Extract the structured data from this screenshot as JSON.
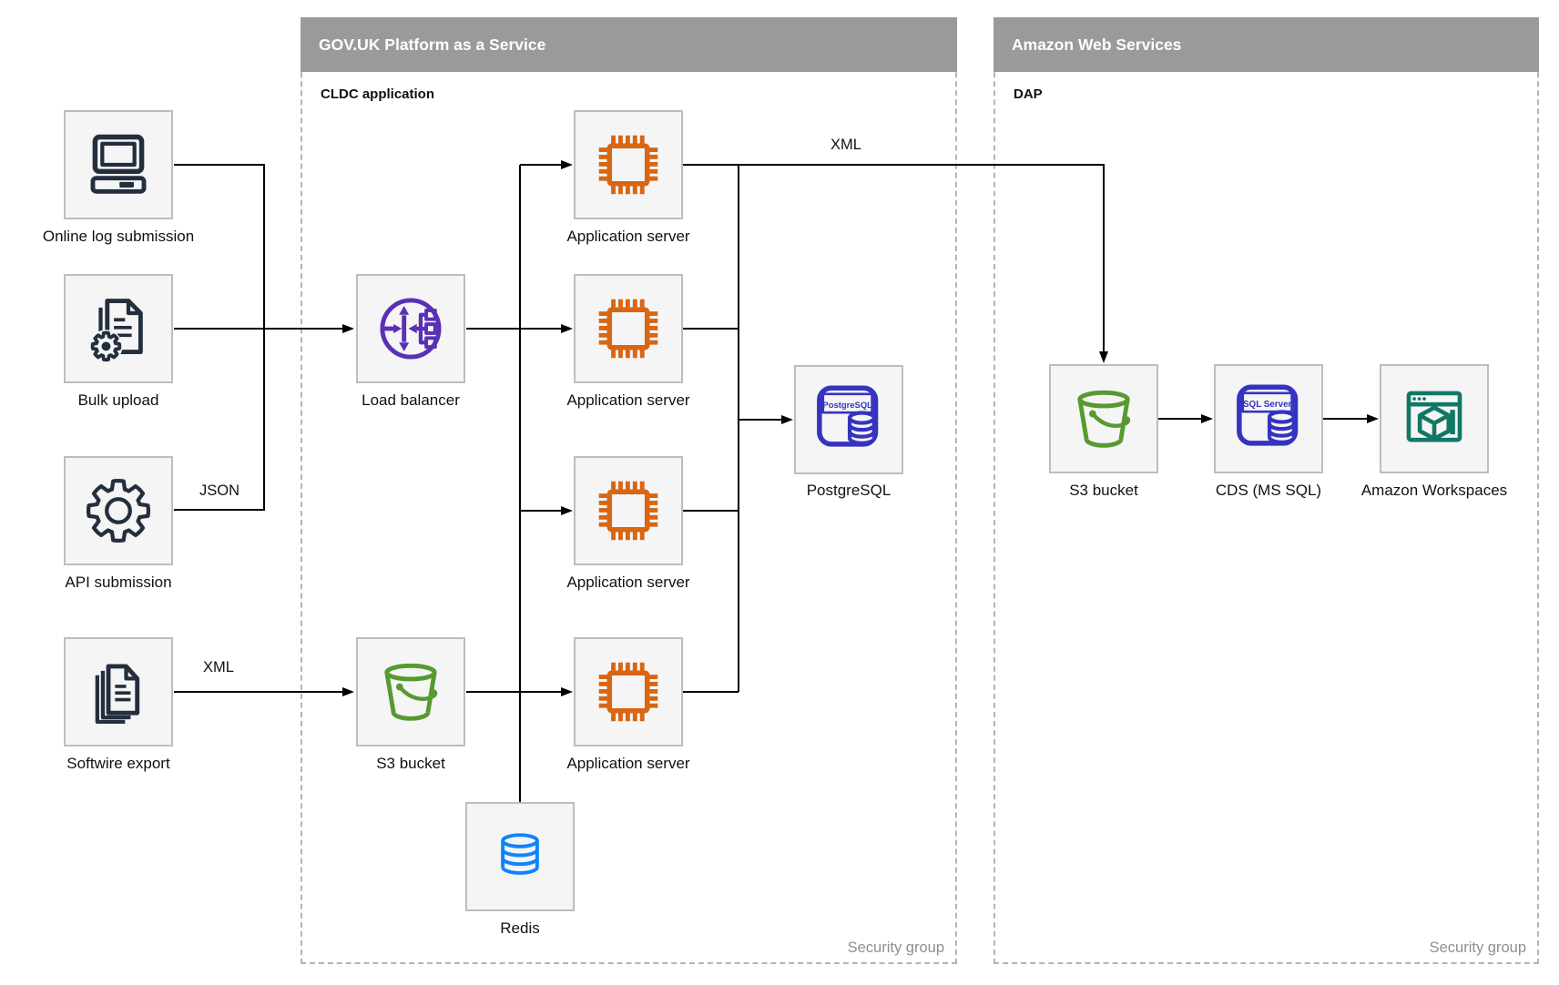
{
  "colors": {
    "header_bg": "#9a9a9a",
    "header_text": "#ffffff",
    "node_fill": "#f5f5f5",
    "node_border": "#bdbdbd",
    "container_border": "#b5b5b5",
    "edge": "#000000",
    "muted_text": "#8f8f8f",
    "icon_dark": "#232f3e",
    "icon_purple": "#5a30b5",
    "icon_orange": "#d86613",
    "icon_green": "#569a31",
    "icon_blue_db": "#3533bf",
    "icon_redis_blue": "#0d84ff",
    "icon_teal": "#137766"
  },
  "containers": {
    "paas": {
      "title": "GOV.UK Platform as a Service",
      "sublabel": "CLDC application",
      "footer": "Security group"
    },
    "aws": {
      "title": "Amazon Web Services",
      "sublabel": "DAP",
      "footer": "Security group"
    }
  },
  "nodes": {
    "online_log": {
      "label": "Online log submission"
    },
    "bulk_upload": {
      "label": "Bulk upload"
    },
    "api_submission": {
      "label": "API submission"
    },
    "softwire_export": {
      "label": "Softwire export"
    },
    "load_balancer": {
      "label": "Load balancer"
    },
    "s3_paas": {
      "label": "S3 bucket"
    },
    "app_server": {
      "label": "Application server"
    },
    "postgresql": {
      "label": "PostgreSQL"
    },
    "redis": {
      "label": "Redis"
    },
    "s3_aws": {
      "label": "S3 bucket"
    },
    "cds": {
      "label": "CDS (MS SQL)"
    },
    "workspaces": {
      "label": "Amazon Workspaces"
    }
  },
  "icon_texts": {
    "postgresql_badge": "PostgreSQL",
    "sqlserver_badge": "SQL Server"
  },
  "edge_labels": {
    "json": "JSON",
    "xml_softwire": "XML",
    "xml_top": "XML"
  }
}
